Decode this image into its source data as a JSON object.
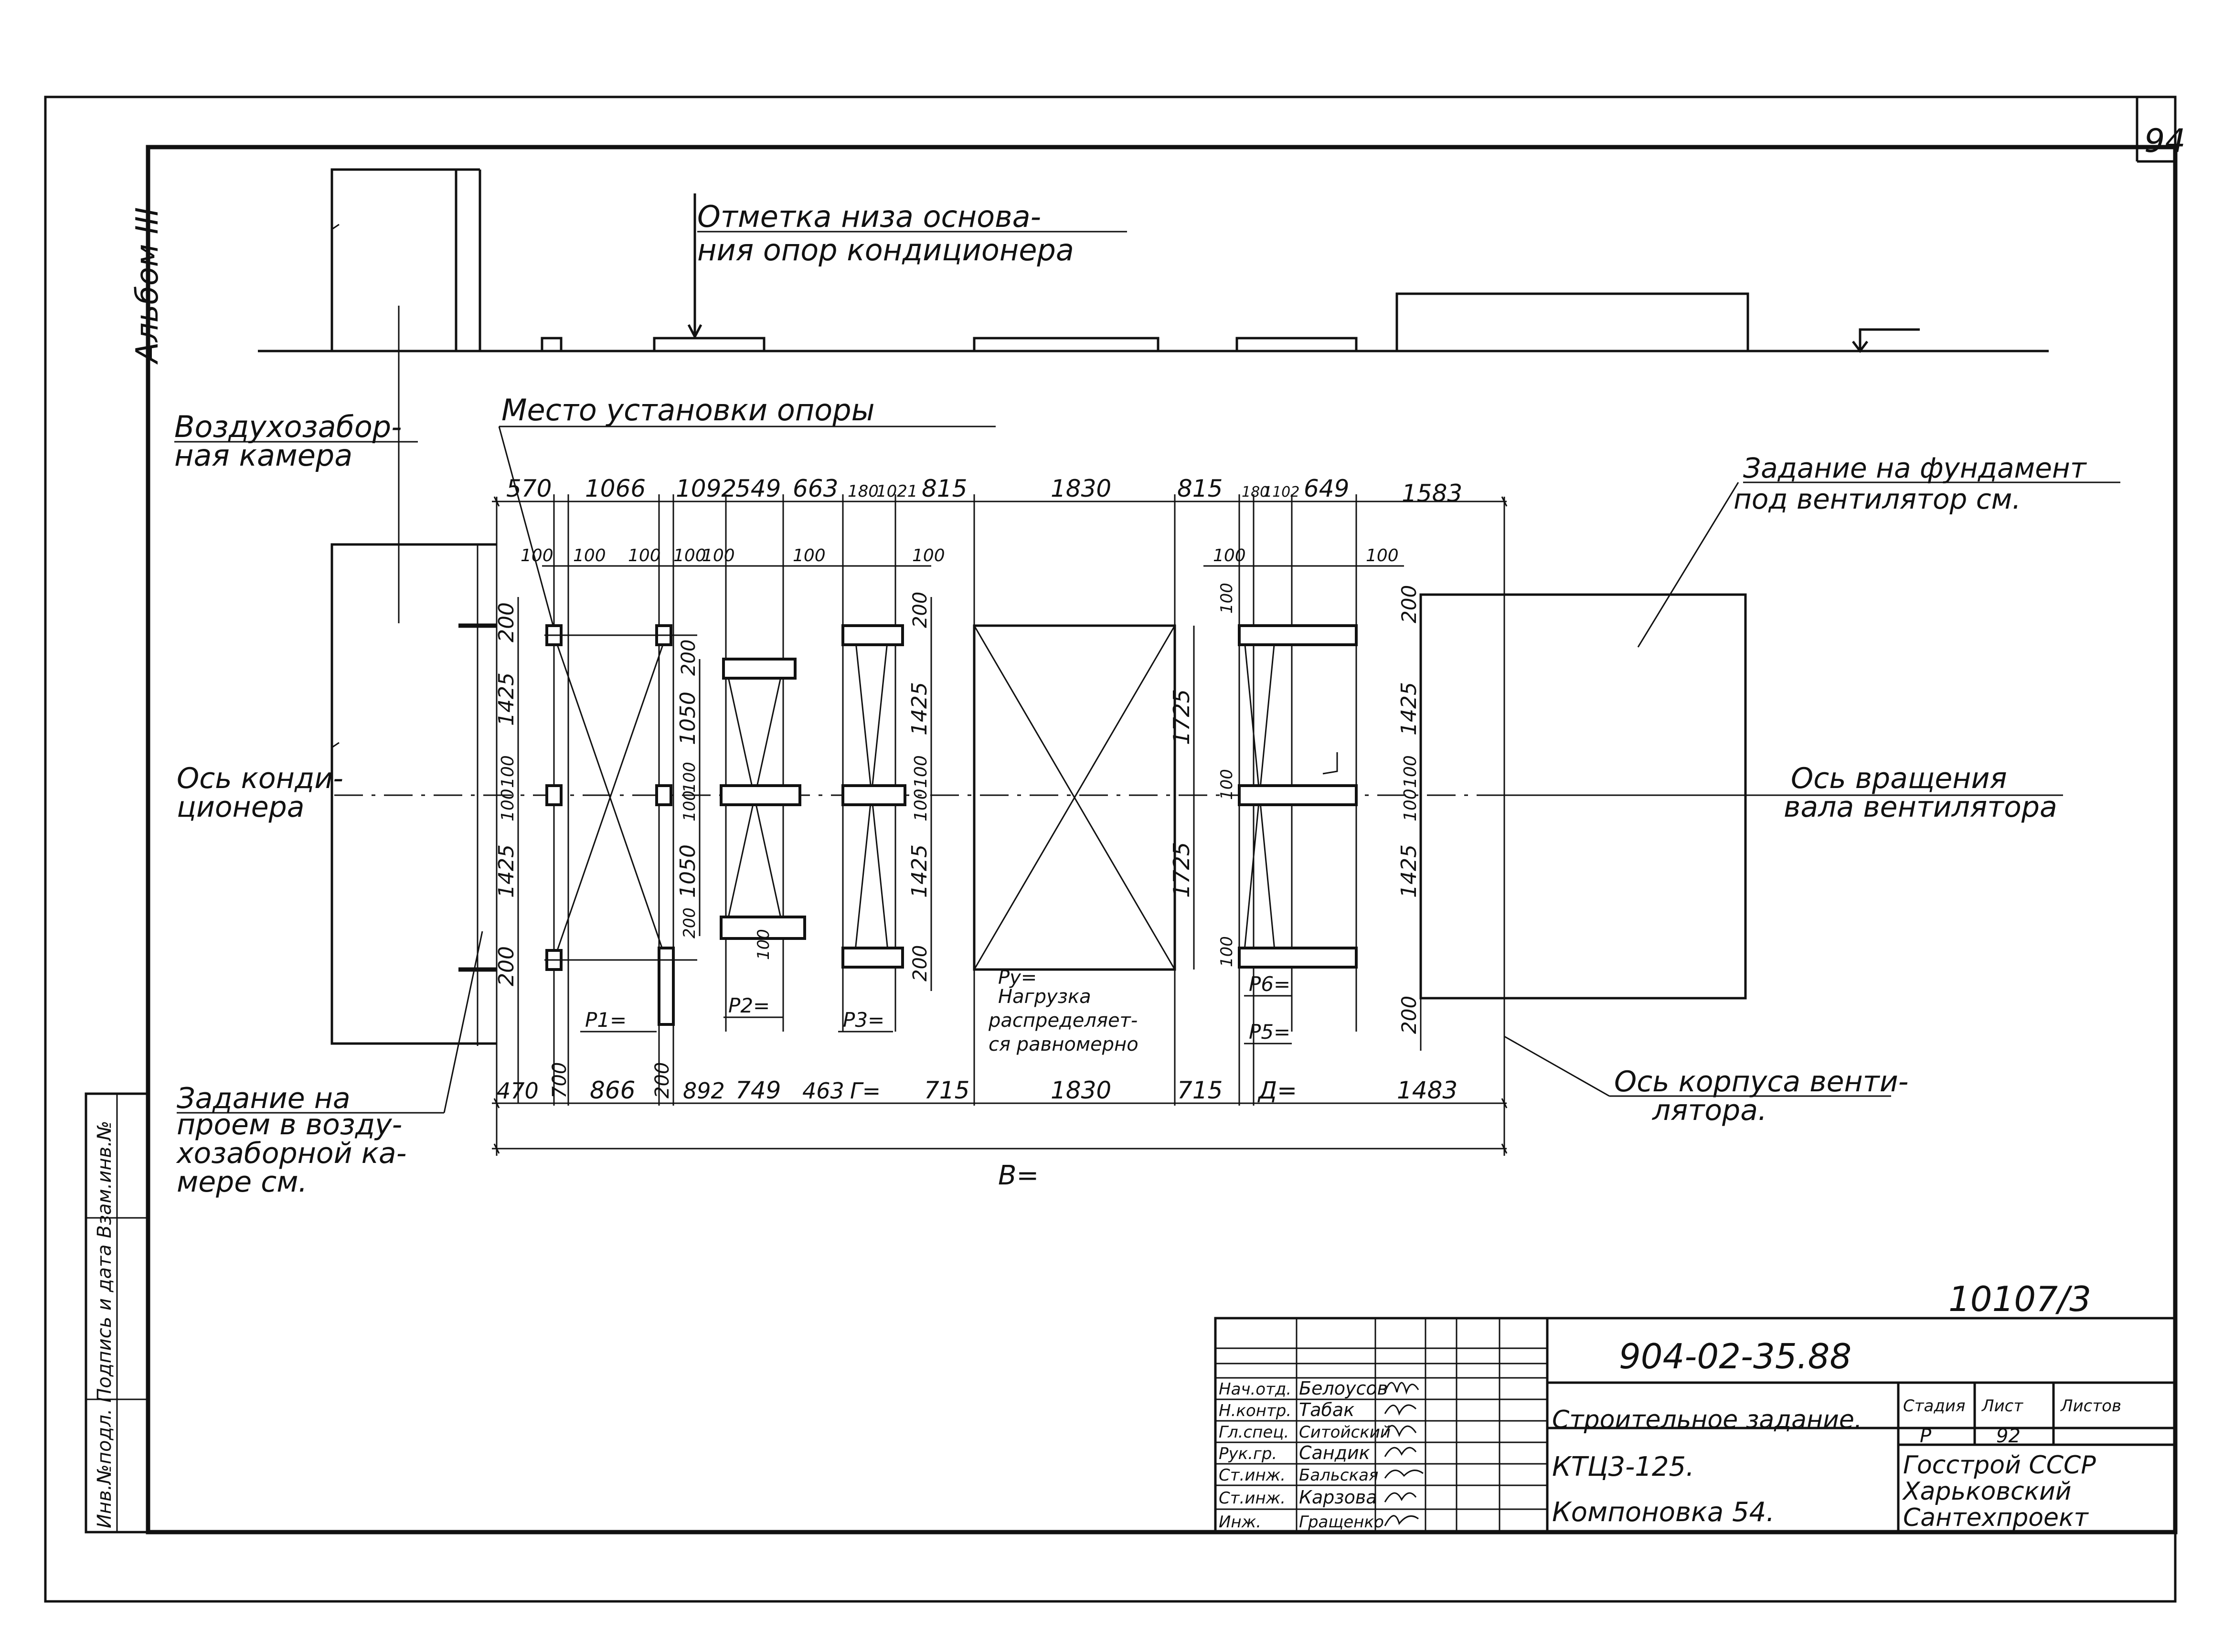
{
  "sheet": {
    "page_number": "94",
    "album": "Альбом III",
    "archive_no": "10107/3",
    "left_stamp": "Инв.№подл. Подпись и дата Взам.инв.№"
  },
  "notes": {
    "elevation": [
      "Отметка низа основа-",
      "ния опор кондиционера"
    ],
    "support_place": "Место установки опоры",
    "intake_chamber": [
      "Воздухозабор-",
      "ная камера"
    ],
    "foundation_task": [
      "Задание на фундамент",
      "под вентилятор см."
    ],
    "conditioner_axis": [
      "Ось конди-",
      "ционера"
    ],
    "fan_shaft_axis": [
      "Ось вращения",
      "вала вентилятора"
    ],
    "opening_task": [
      "Задание на",
      "проем в возду-",
      "хозаборной ка-",
      "мере см."
    ],
    "fan_body_axis": [
      "Ось корпуса венти-",
      "лятора."
    ],
    "load_note": [
      "Py=",
      "Нагрузка",
      "распределяет-",
      "ся равномерно"
    ]
  },
  "dims": {
    "top": [
      "570",
      "1066",
      "1092",
      "549",
      "663",
      "180",
      "1021",
      "815",
      "1830",
      "815",
      "180",
      "1102",
      "649",
      "1583"
    ],
    "bottom": [
      "470",
      "700",
      "866",
      "200",
      "892",
      "749",
      "463",
      "Г=",
      "715",
      "1830",
      "715",
      "Д=",
      "1483"
    ],
    "overall": "B=",
    "offsets": [
      "100",
      "100",
      "100",
      "100",
      "100",
      "100",
      "100",
      "100"
    ],
    "vertical_left": [
      "200",
      "1425",
      "100",
      "100",
      "1425",
      "200"
    ],
    "vertical_mid1": [
      "200",
      "1050",
      "100",
      "100",
      "1050",
      "200",
      "100"
    ],
    "vertical_mid2": [
      "200",
      "1425",
      "100",
      "100",
      "1425",
      "200"
    ],
    "vertical_centre": [
      "1725",
      "1725"
    ],
    "vertical_right": [
      "100",
      "100",
      "100"
    ],
    "vertical_far": [
      "200",
      "1425",
      "100",
      "100",
      "1425",
      "200"
    ]
  },
  "loads": [
    "P1=",
    "P2=",
    "P3=",
    "P6=",
    "P5="
  ],
  "title_block": {
    "designation": "904-02-35.88",
    "title_lines": [
      "Строительное задание.",
      "КТЦ3-125.",
      "Компоновка 54."
    ],
    "stage_label": "Стадия",
    "sheet_label": "Лист",
    "sheets_label": "Листов",
    "stage": "Р",
    "sheet": "92",
    "org": [
      "Госстрой СССР",
      "Харьковский",
      "Сантехпроект"
    ],
    "staff": [
      {
        "role": "Нач.отд.",
        "name": "Белоусов"
      },
      {
        "role": "Н.контр.",
        "name": "Табак"
      },
      {
        "role": "Гл.спец.",
        "name": "Ситойский"
      },
      {
        "role": "Рук.гр.",
        "name": "Сандик"
      },
      {
        "role": "Ст.инж.",
        "name": "Бальская"
      },
      {
        "role": "Ст.инж.",
        "name": "Карзова"
      },
      {
        "role": "Инж.",
        "name": "Гращенко"
      }
    ]
  }
}
